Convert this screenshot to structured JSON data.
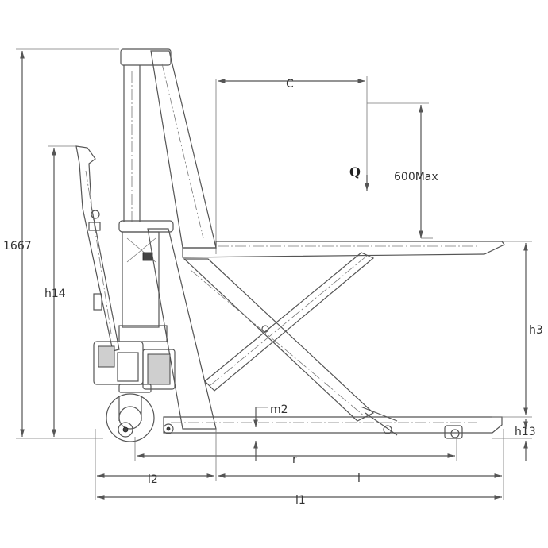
{
  "diagram": {
    "labels": {
      "total_height": "1667",
      "c": "C",
      "q": "Q",
      "lift_height": "600Max",
      "h14": "h14",
      "h3": "h3",
      "m2": "m2",
      "h13": "h13",
      "r": "r",
      "l2": "l2",
      "l": "l",
      "l1": "l1"
    },
    "colors": {
      "line": "#555555",
      "text": "#333333",
      "background": "#ffffff"
    }
  }
}
